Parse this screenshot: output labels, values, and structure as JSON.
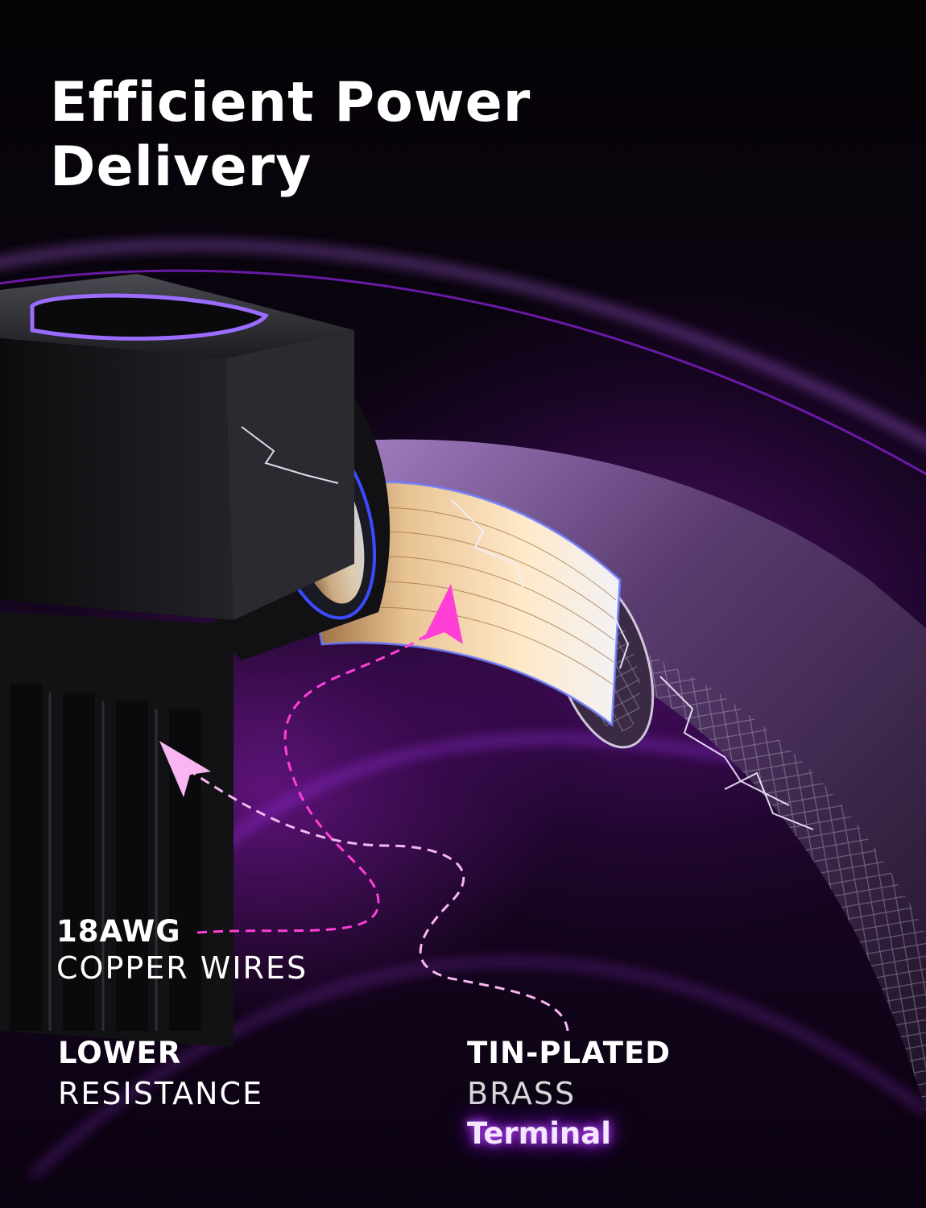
{
  "headline": {
    "line1": "Efficient Power",
    "line2": "Delivery"
  },
  "callouts": {
    "wire": {
      "bold": "18AWG",
      "light": "COPPER WIRES"
    },
    "resistance": {
      "bold": "LOWER",
      "light": "RESISTANCE"
    },
    "terminal": {
      "bold": "TIN-PLATED",
      "light": "BRASS",
      "glow": "Terminal"
    }
  },
  "colors": {
    "accent_magenta": "#ff3fd6",
    "accent_pink": "#f7b6f2",
    "glow_purple": "#b94cff",
    "cable_purple": "#8a22c8",
    "copper": "#e2b98a"
  }
}
